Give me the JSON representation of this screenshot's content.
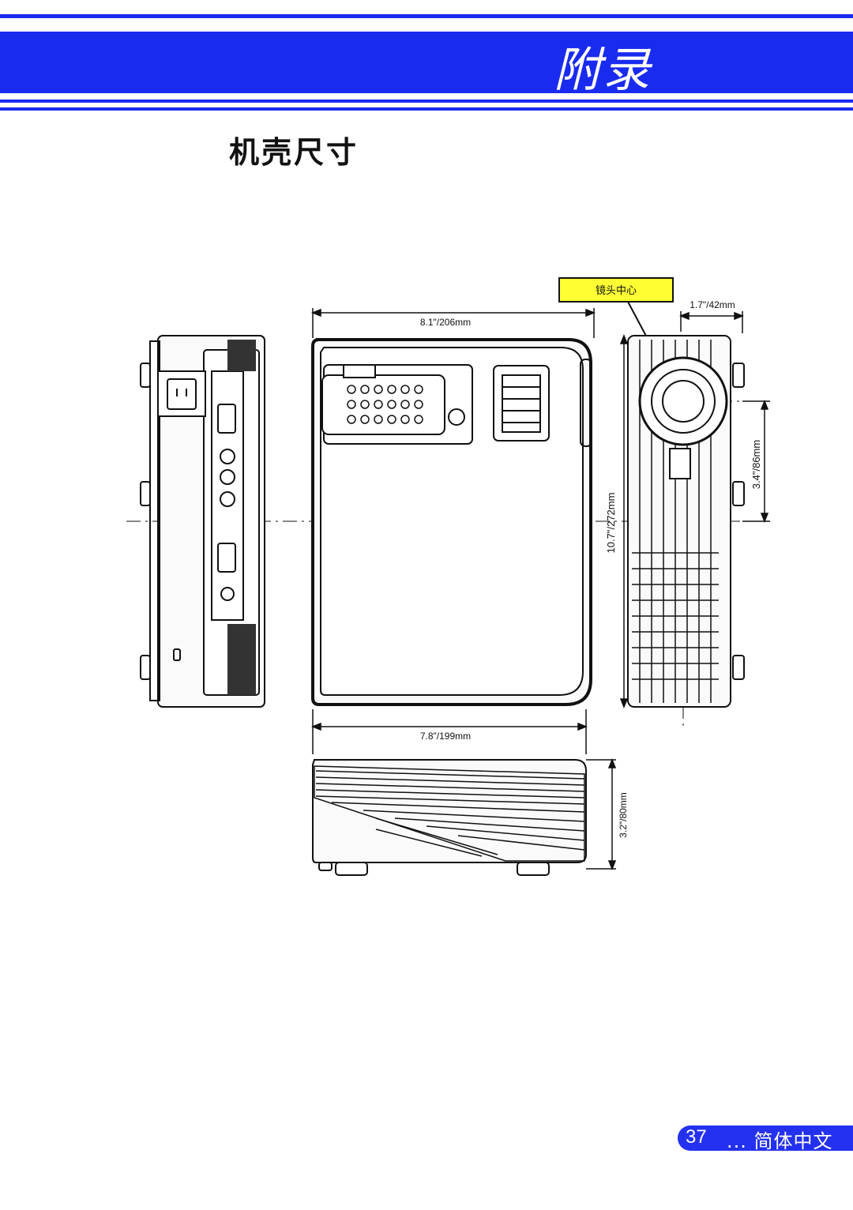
{
  "header": {
    "title": "附录"
  },
  "section": {
    "title": "机壳尺寸"
  },
  "drawing": {
    "callout": "镜头中心",
    "dims": {
      "width_top": "8.1\"/206mm",
      "depth_right": "1.7\"/42mm",
      "length": "10.7\"/272mm",
      "height_right": "3.4\"/86mm",
      "width_bottom": "7.8\"/199mm",
      "height_bottom": "3.2\"/80mm"
    }
  },
  "footer": {
    "page": "37",
    "lang": "... 简体中文"
  },
  "colors": {
    "brand": "#1a2bf0",
    "callout_bg": "#ffff33"
  }
}
